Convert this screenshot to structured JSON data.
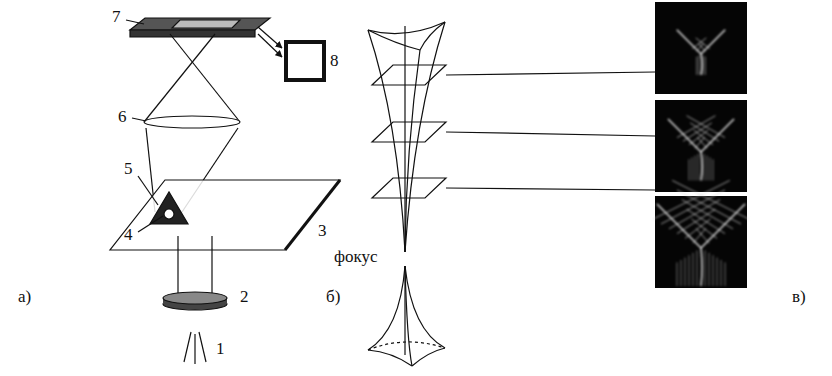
{
  "diagram": {
    "labels": [
      "7",
      "8",
      "6",
      "5",
      "4",
      "3",
      "2",
      "1",
      "а)",
      "б)",
      "фокус",
      "в)"
    ]
  }
}
